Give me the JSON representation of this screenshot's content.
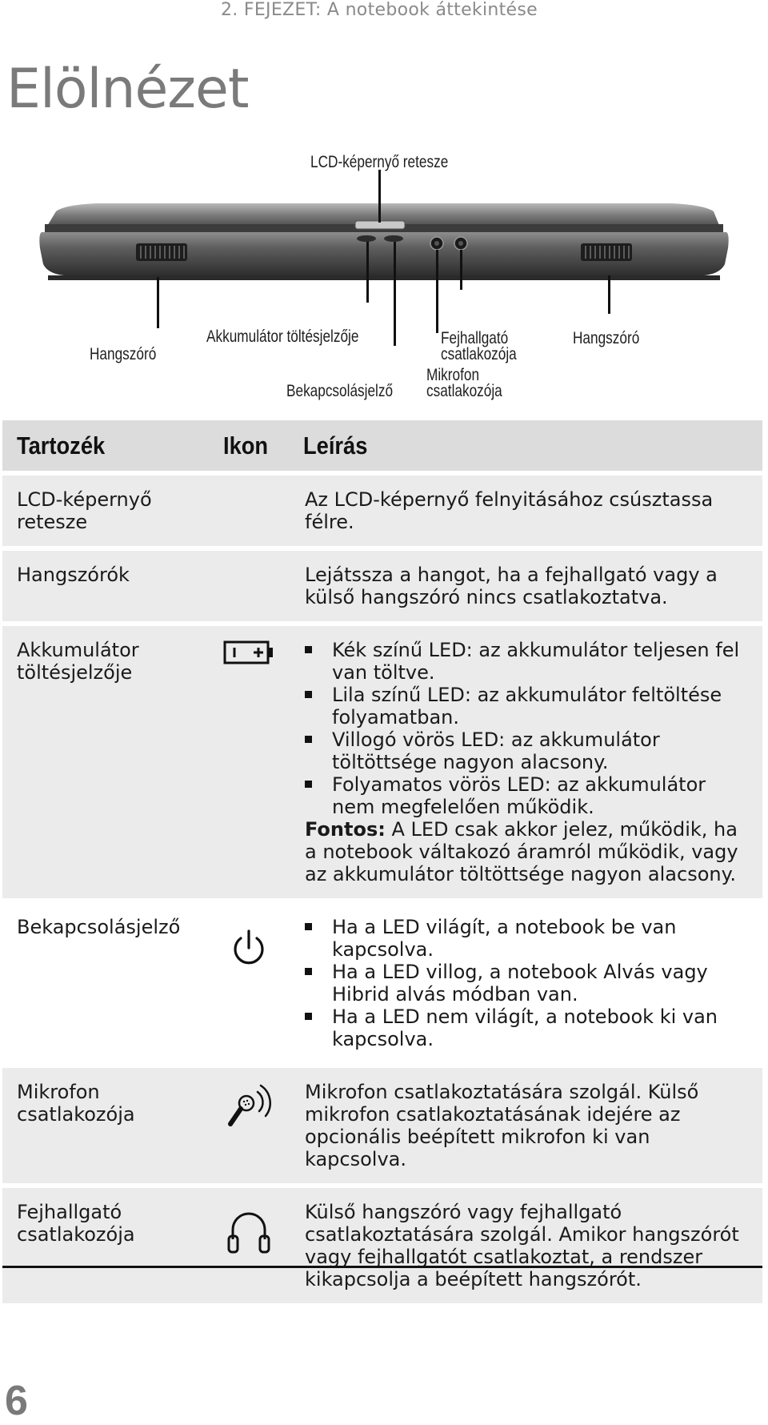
{
  "header": {
    "chapter": "2. FEJEZET: A notebook áttekintése"
  },
  "page_title": "Elölnézet",
  "figure": {
    "callouts": {
      "lcd_latch": "LCD-képernyő retesze",
      "speaker_left": "Hangszóró",
      "battery_indicator": "Akkumulátor töltésjelzője",
      "power_indicator": "Bekapcsolásjelző",
      "headphone_jack_1": "Fejhallgató",
      "headphone_jack_2": "csatlakozója",
      "microphone_jack_1": "Mikrofon",
      "microphone_jack_2": "csatlakozója",
      "speaker_right": "Hangszóró"
    }
  },
  "table": {
    "headers": {
      "component": "Tartozék",
      "icon": "Ikon",
      "description": "Leírás"
    },
    "rows": [
      {
        "component": "LCD-képernyő retesze",
        "icon": "",
        "description": "Az LCD-képernyő felnyitásához csúsztassa félre."
      },
      {
        "component": "Hangszórók",
        "icon": "",
        "description": "Lejátssza a hangot, ha a fejhallgató vagy a külső hangszóró nincs csatlakoztatva."
      },
      {
        "component": "Akkumulátor töltésjelzője",
        "icon": "battery-icon",
        "bullets": [
          "Kék színű LED: az akkumulátor teljesen fel van töltve.",
          "Lila színű LED: az akkumulátor feltöltése folyamatban.",
          "Villogó vörös LED: az akkumulátor töltöttsége nagyon alacsony.",
          "Folyamatos vörös LED: az akkumulátor nem megfelelően működik."
        ],
        "note_label": "Fontos:",
        "note_text": " A LED csak akkor jelez, működik, ha a notebook váltakozó áramról működik, vagy az akkumulátor töltöttsége nagyon alacsony."
      },
      {
        "component": "Bekapcsolásjelző",
        "icon": "power-icon",
        "bullets": [
          "Ha a LED világít, a notebook be van kapcsolva.",
          "Ha a LED villog, a notebook Alvás vagy Hibrid alvás módban van.",
          "Ha a LED nem világít, a notebook ki van kapcsolva."
        ]
      },
      {
        "component": "Mikrofon csatlakozója",
        "icon": "microphone-icon",
        "description": "Mikrofon csatlakoztatására szolgál. Külső mikrofon csatlakoztatásának idejére az opcionális beépített mikrofon ki van kapcsolva."
      },
      {
        "component": "Fejhallgató csatlakozója",
        "icon": "headphone-icon",
        "description": "Külső hangszóró vagy fejhallgató csatlakoztatására szolgál. Amikor hangszórót vagy fejhallgatót csatlakoztat, a rendszer kikapcsolja a beépített hangszórót."
      }
    ]
  },
  "page_number": "6"
}
